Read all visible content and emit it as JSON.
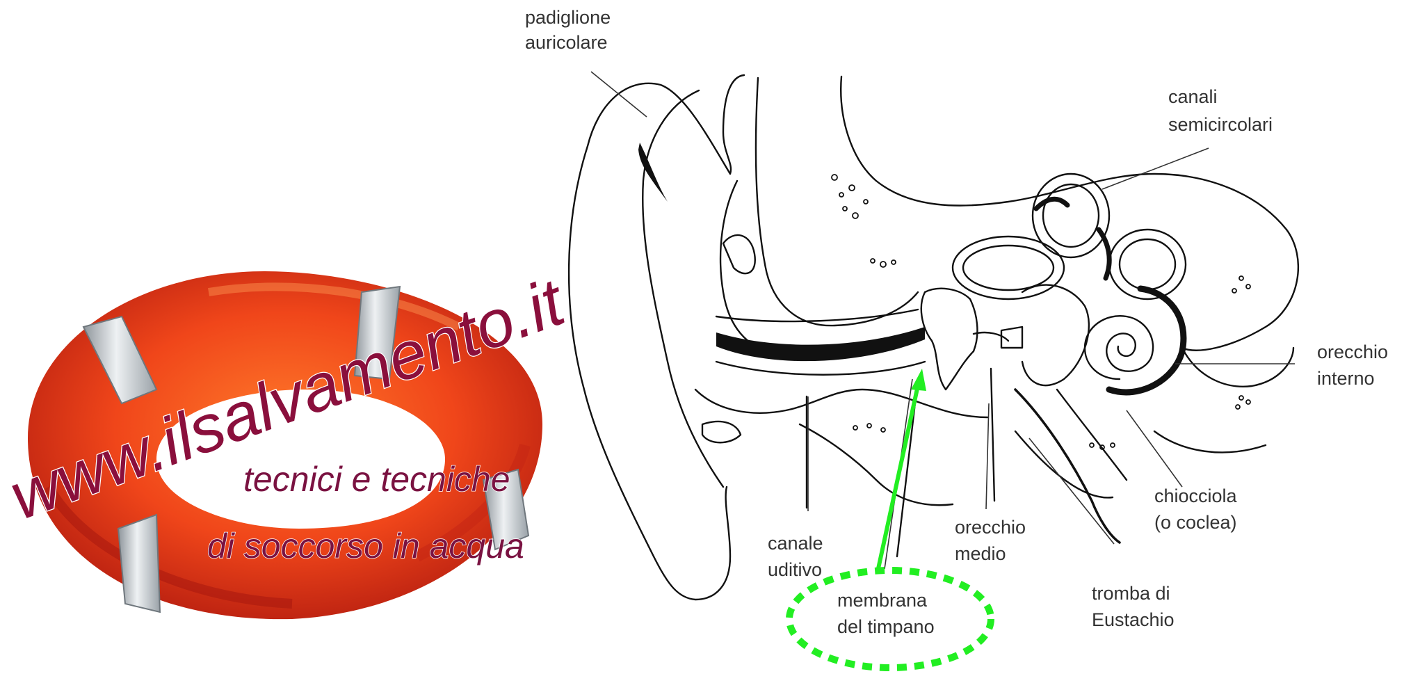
{
  "logo": {
    "url_text": "www.ilsalvamento.it",
    "tagline_line1": "tecnici  e  tecniche",
    "tagline_line2": "di  soccorso  in  acqua"
  },
  "labels": {
    "padiglione": [
      "padiglione",
      "auricolare"
    ],
    "canali": [
      "canali",
      "semicircolari"
    ],
    "orecchio_interno": [
      "orecchio",
      "interno"
    ],
    "chiocciola": [
      "chiocciola",
      "(o coclea)"
    ],
    "orecchio_medio": [
      "orecchio",
      "medio"
    ],
    "canale_uditivo": [
      "canale",
      "uditivo"
    ],
    "membrana": [
      "membrana",
      "del timpano"
    ],
    "tromba": [
      "tromba  di",
      "Eustachio"
    ]
  },
  "colors": {
    "lifebuoy_red": "#e53a14",
    "logo_text": "#8a0f3c",
    "highlight_green": "#22ee22",
    "outline": "#111111"
  }
}
